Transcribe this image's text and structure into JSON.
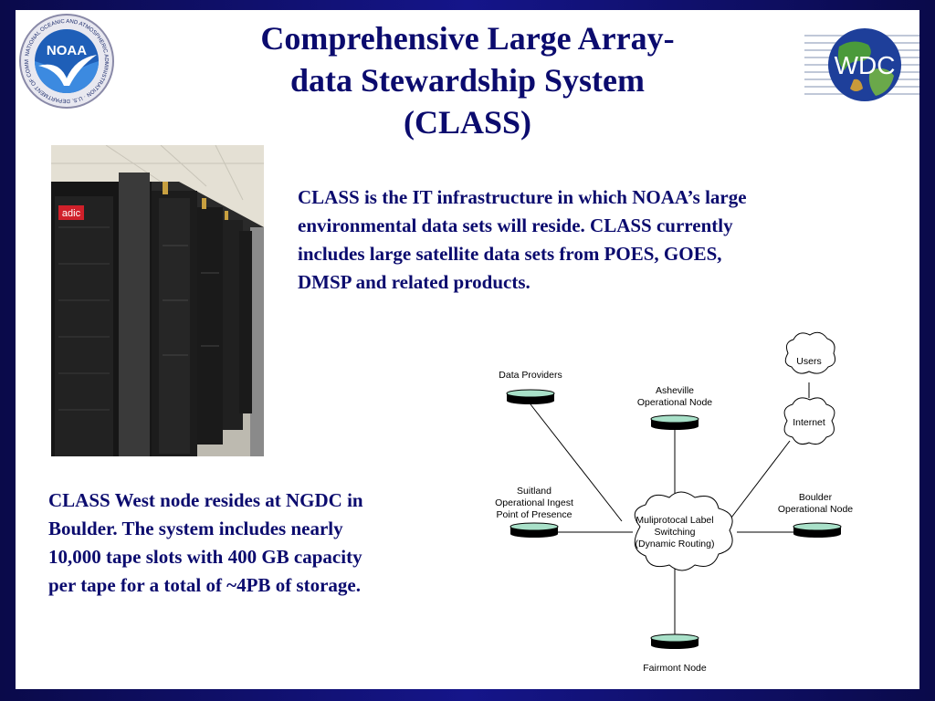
{
  "slide": {
    "title_lines": [
      "Comprehensive Large Array-",
      "data Stewardship System",
      "(CLASS)"
    ],
    "paragraph_top": [
      "CLASS is the IT infrastructure in which NOAA’s large",
      "environmental data sets will reside.  CLASS currently",
      "includes large satellite data sets from POES, GOES,",
      "DMSP and related products."
    ],
    "paragraph_bottom": [
      "CLASS West node resides at NGDC in",
      "Boulder.  The system includes nearly",
      "10,000 tape slots with 400 GB capacity",
      "per tape for a total of ~4PB of storage."
    ]
  },
  "logos": {
    "noaa_text": "NOAA",
    "noaa_ring_text": "NATIONAL OCEANIC AND ATMOSPHERIC ADMINISTRATION · U.S. DEPARTMENT OF COMMERCE",
    "wdc_text": "WDC"
  },
  "photo": {
    "rack_label": "adic"
  },
  "diagram": {
    "data_providers": "Data Providers",
    "asheville": [
      "Asheville",
      "Operational Node"
    ],
    "users": "Users",
    "internet": "Internet",
    "suitland": [
      "Suitland",
      "Operational Ingest",
      "Point of Presence"
    ],
    "boulder": [
      "Boulder",
      "Operational Node"
    ],
    "mpls": [
      "Muliprotocal Label",
      "Switching",
      "(Dynamic Routing)"
    ],
    "fairmont": "Fairmont Node"
  },
  "colors": {
    "title_blue": "#0b0b6e",
    "disk_top": "#a8e0c8",
    "background_navy": "#15158a"
  }
}
